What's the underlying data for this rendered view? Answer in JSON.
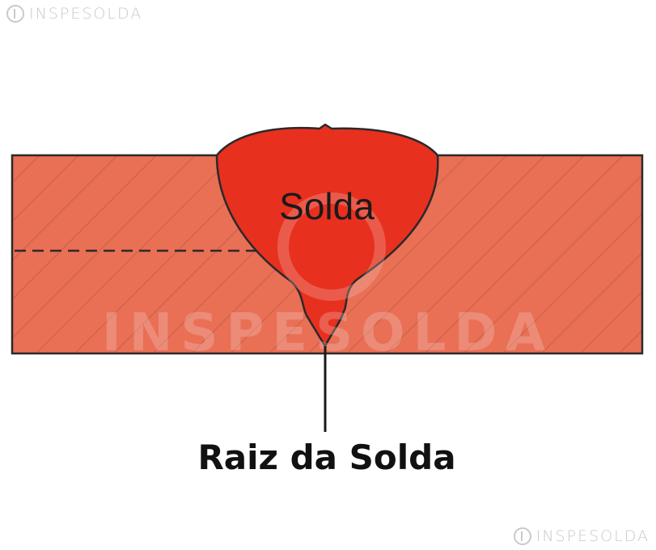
{
  "weld_label": "Solda",
  "root_label": "Raiz da Solda",
  "watermark": {
    "brand": "INSPESOLDA"
  },
  "colors": {
    "base_metal": "#e96f55",
    "hatch": "#b85a44",
    "weld": "#e8301f",
    "outline": "#2a2a2a",
    "text": "#111111"
  }
}
